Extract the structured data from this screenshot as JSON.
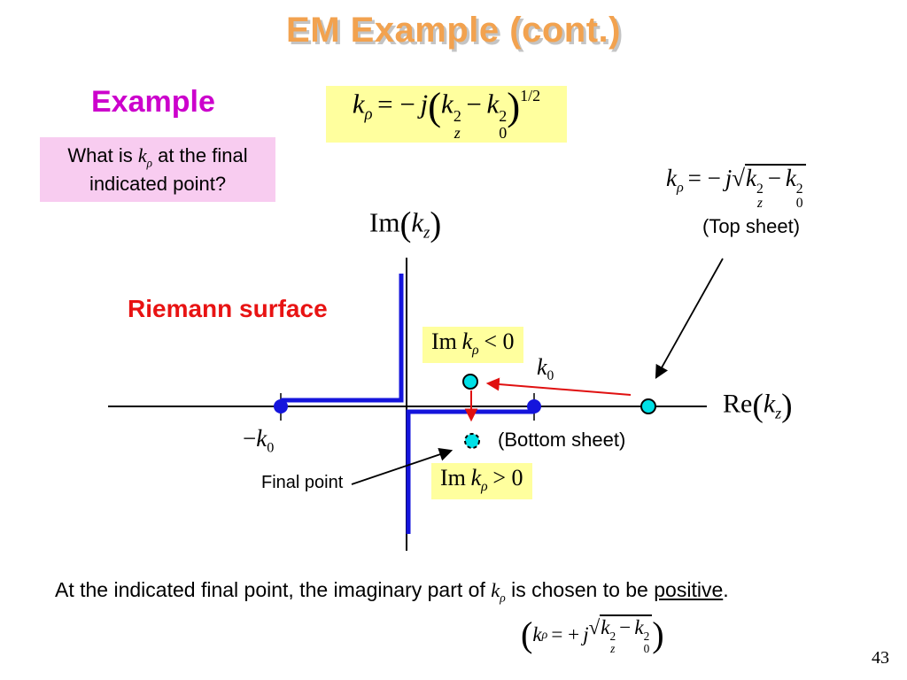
{
  "title": "EM Example (cont.)",
  "page_number": "43",
  "example": {
    "heading": "Example",
    "q_prefix": "What is ",
    "q_suffix": " at the final",
    "q_line2": "indicated point?"
  },
  "labels": {
    "riemann_surface": "Riemann surface",
    "top_sheet": "(Top sheet)",
    "bottom_sheet": "(Bottom sheet)",
    "final_point": "Final point"
  },
  "math": {
    "im": "Im",
    "re": "Re",
    "k": "k",
    "rho": "ρ",
    "z": "z",
    "zero": "0",
    "two": "2",
    "j": "j",
    "eq_minus": "= −",
    "eq_plus": "= +",
    "minus": "−",
    "lp": "(",
    "rp": ")",
    "half": "1/2",
    "sqrt": "√",
    "lt_zero": "< 0",
    "gt_zero": "> 0"
  },
  "bottom": {
    "prefix": "At the indicated final point, the imaginary part of ",
    "mid": " is chosen to be ",
    "underlined": "positive",
    "period": "."
  },
  "colors": {
    "title_orange": "#F2A24F",
    "heading_magenta": "#CC00CC",
    "pink_box": "#F8CCF0",
    "yellow_box": "#FFFF9E",
    "red_accent": "#E81313",
    "blue_path": "#1414DC",
    "cyan_dot": "#00E0E6"
  }
}
